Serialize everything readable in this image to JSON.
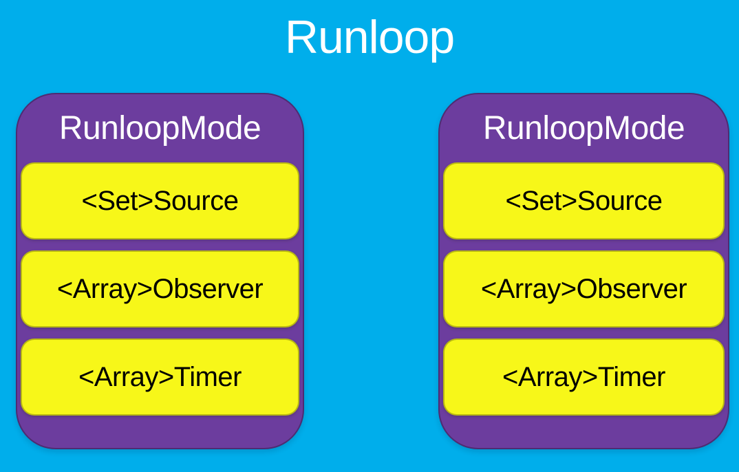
{
  "title": "Runloop",
  "colors": {
    "background": "#00AEEB",
    "container_fill": "#6C3D9E",
    "item_fill": "#F7F719",
    "title_text": "#FFFFFF",
    "header_text": "#FFFFFF",
    "item_text": "#000000"
  },
  "containers": [
    {
      "header": "RunloopMode",
      "items": [
        "<Set>Source",
        "<Array>Observer",
        "<Array>Timer"
      ]
    },
    {
      "header": "RunloopMode",
      "items": [
        "<Set>Source",
        "<Array>Observer",
        "<Array>Timer"
      ]
    }
  ]
}
